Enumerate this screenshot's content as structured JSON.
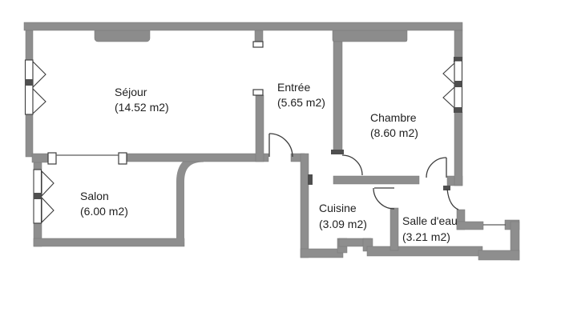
{
  "document": {
    "type": "apartment-floor-plan",
    "language": "fr"
  },
  "rooms": [
    {
      "name": "Séjour",
      "area": "(14.52 m2)"
    },
    {
      "name": "Entrée",
      "area": "(5.65 m2)"
    },
    {
      "name": "Chambre",
      "area": "(8.60 m2)"
    },
    {
      "name": "Salon",
      "area": "(6.00 m2)"
    },
    {
      "name": "Cuisine",
      "area": "(3.09 m2)"
    },
    {
      "name": "Salle d'eau",
      "area": "(3.21 m2)"
    }
  ],
  "colors": {
    "wall": "#8e8e8e",
    "line": "#3c3c3c",
    "text": "#1f1f1f",
    "background": "#ffffff"
  }
}
